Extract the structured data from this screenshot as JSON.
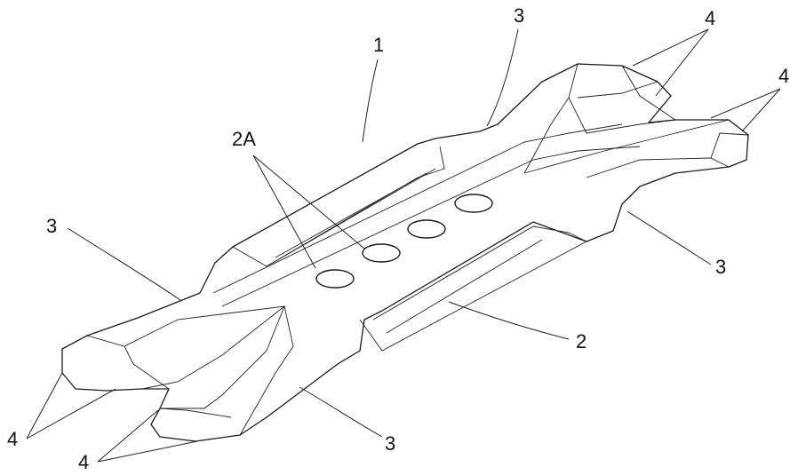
{
  "labels": {
    "ref_1": "1",
    "ref_2": "2",
    "ref_2A": "2A",
    "ref_3": "3",
    "ref_4": "4"
  },
  "colors": {
    "line": "#1a1a1a",
    "background": "#ffffff"
  }
}
